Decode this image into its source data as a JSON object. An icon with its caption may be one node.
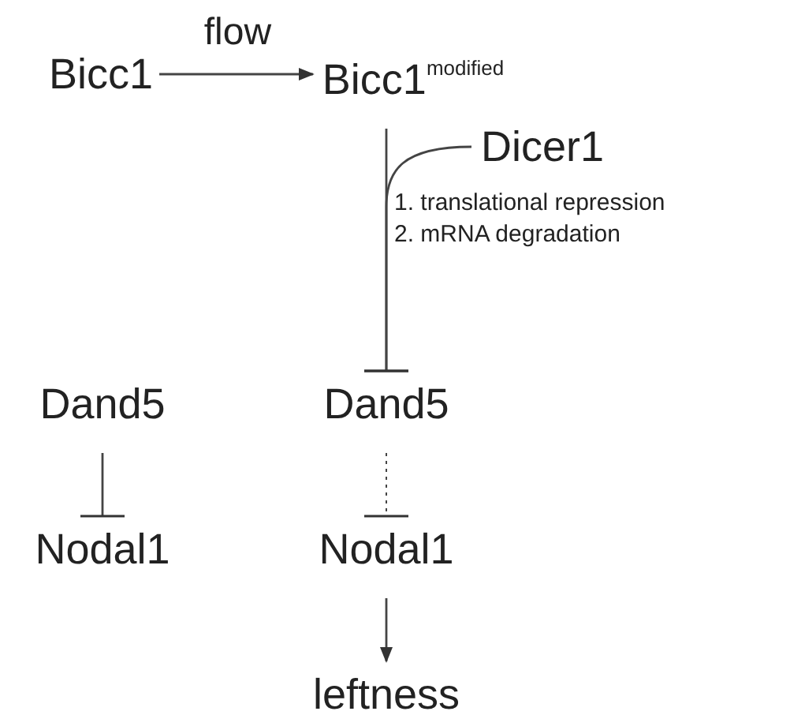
{
  "diagram": {
    "nodes": [
      {
        "text": [
          "Bicc1"
        ]
      },
      {
        "text": [
          "Bicc1$^{modified}$"
        ]
      },
      {
        "text": [
          "Dicer1"
        ]
      },
      {
        "text": [
          "Dand5"
        ]
      },
      {
        "text": [
          "Nodal1"
        ]
      },
      {
        "text": [
          "Dand5"
        ]
      },
      {
        "text": [
          "Nodal1"
        ]
      },
      {
        "text": [
          "leftness"
        ]
      }
    ],
    "edges": [
      {
        "from": 0,
        "to": 1,
        "arrow": "to",
        "label": "flow"
      },
      {
        "from": 1,
        "to": 5,
        "arrow": "other"
      },
      {
        "from": 2,
        "to": 5,
        "arrow": "other"
      },
      {
        "from": 3,
        "to": 4,
        "arrow": "other"
      },
      {
        "from": 5,
        "to": 6,
        "arrow": "other",
        "style": "dashed"
      },
      {
        "from": 6,
        "to": 7,
        "arrow": "to"
      }
    ],
    "labels": [
      "1. translational repression",
      "2. mRNA degradation"
    ]
  }
}
